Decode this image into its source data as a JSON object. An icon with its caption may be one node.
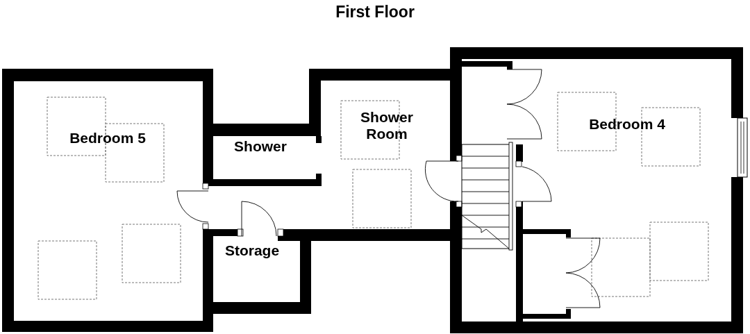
{
  "diagram": {
    "title": "First Floor",
    "nodes": [
      {
        "text": [
          "Bedroom 5"
        ]
      },
      {
        "text": [
          "Shower"
        ]
      },
      {
        "text": [
          "Shower Room"
        ]
      },
      {
        "text": [
          "Storage"
        ]
      },
      {
        "text": [
          "Bedroom 4"
        ]
      }
    ]
  }
}
